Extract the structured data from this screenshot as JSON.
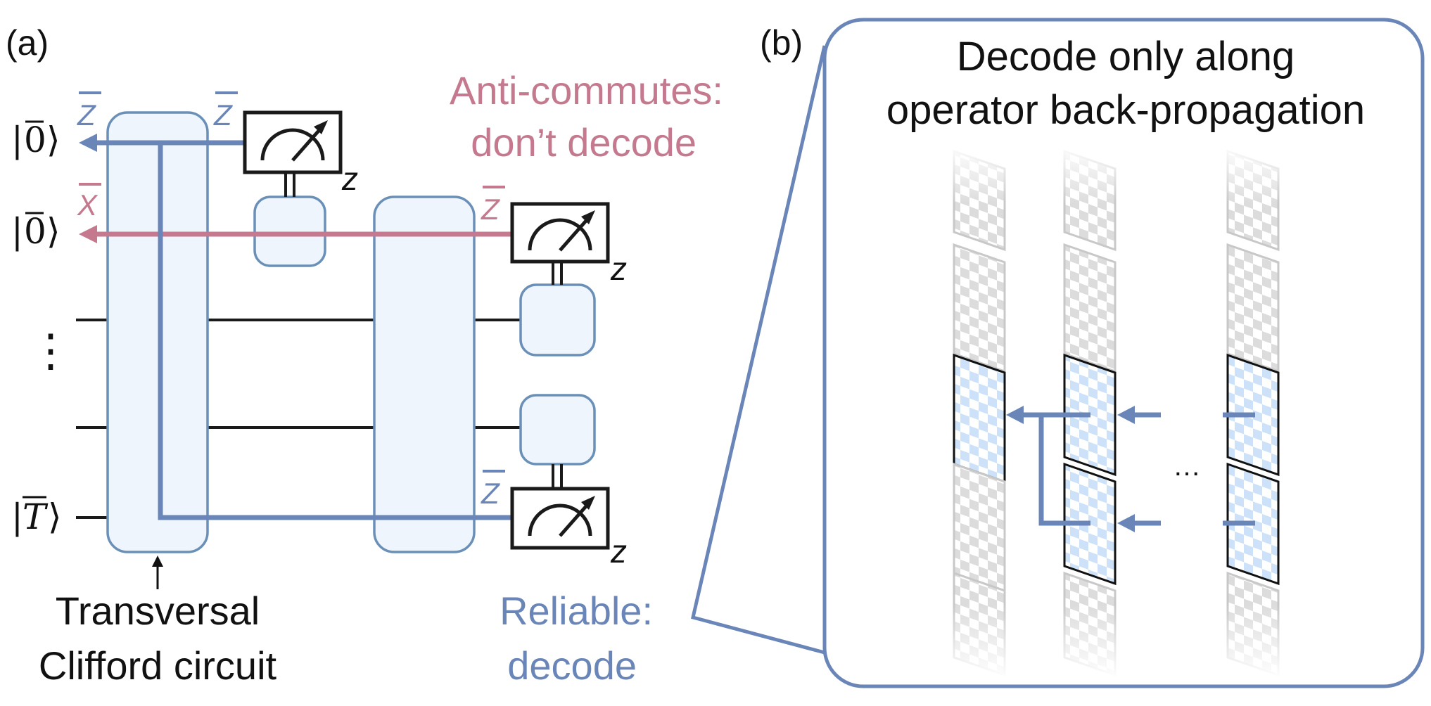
{
  "panel_a": {
    "label": "(a)",
    "kets": [
      "|0̄⟩",
      "|0̄⟩",
      "|T̄⟩"
    ],
    "ket_parts": [
      {
        "left": "|",
        "sym": "0",
        "right": "⟩"
      },
      {
        "left": "|",
        "sym": "0",
        "right": "⟩"
      },
      {
        "left": "|",
        "sym": "T",
        "right": "⟩"
      }
    ],
    "operator_labels": {
      "z_left": "Z",
      "z_right": "Z",
      "x_left": "X",
      "z_second_meas": "Z",
      "z_bottom_meas": "Z"
    },
    "meas_basis": [
      "z",
      "z",
      "z"
    ],
    "ellipsis": "⋮",
    "anti_commutes": [
      "Anti-commutes:",
      "don’t decode"
    ],
    "reliable": [
      "Reliable:",
      "decode"
    ],
    "transversal": [
      "Transversal",
      "Clifford circuit"
    ],
    "colors": {
      "blue": "#6a85b8",
      "pink": "#c4798e",
      "gate_fill": "#eef5fd",
      "gate_stroke": "#6b90b8",
      "wire": "#1a1a1a"
    }
  },
  "panel_b": {
    "label": "(b)",
    "title": [
      "Decode only along",
      "operator back-propagation"
    ],
    "ellipsis": "…",
    "colors": {
      "frame": "#6a85b8",
      "active_check": "#cde2f8",
      "inactive_check": "#dcdcdc"
    }
  }
}
